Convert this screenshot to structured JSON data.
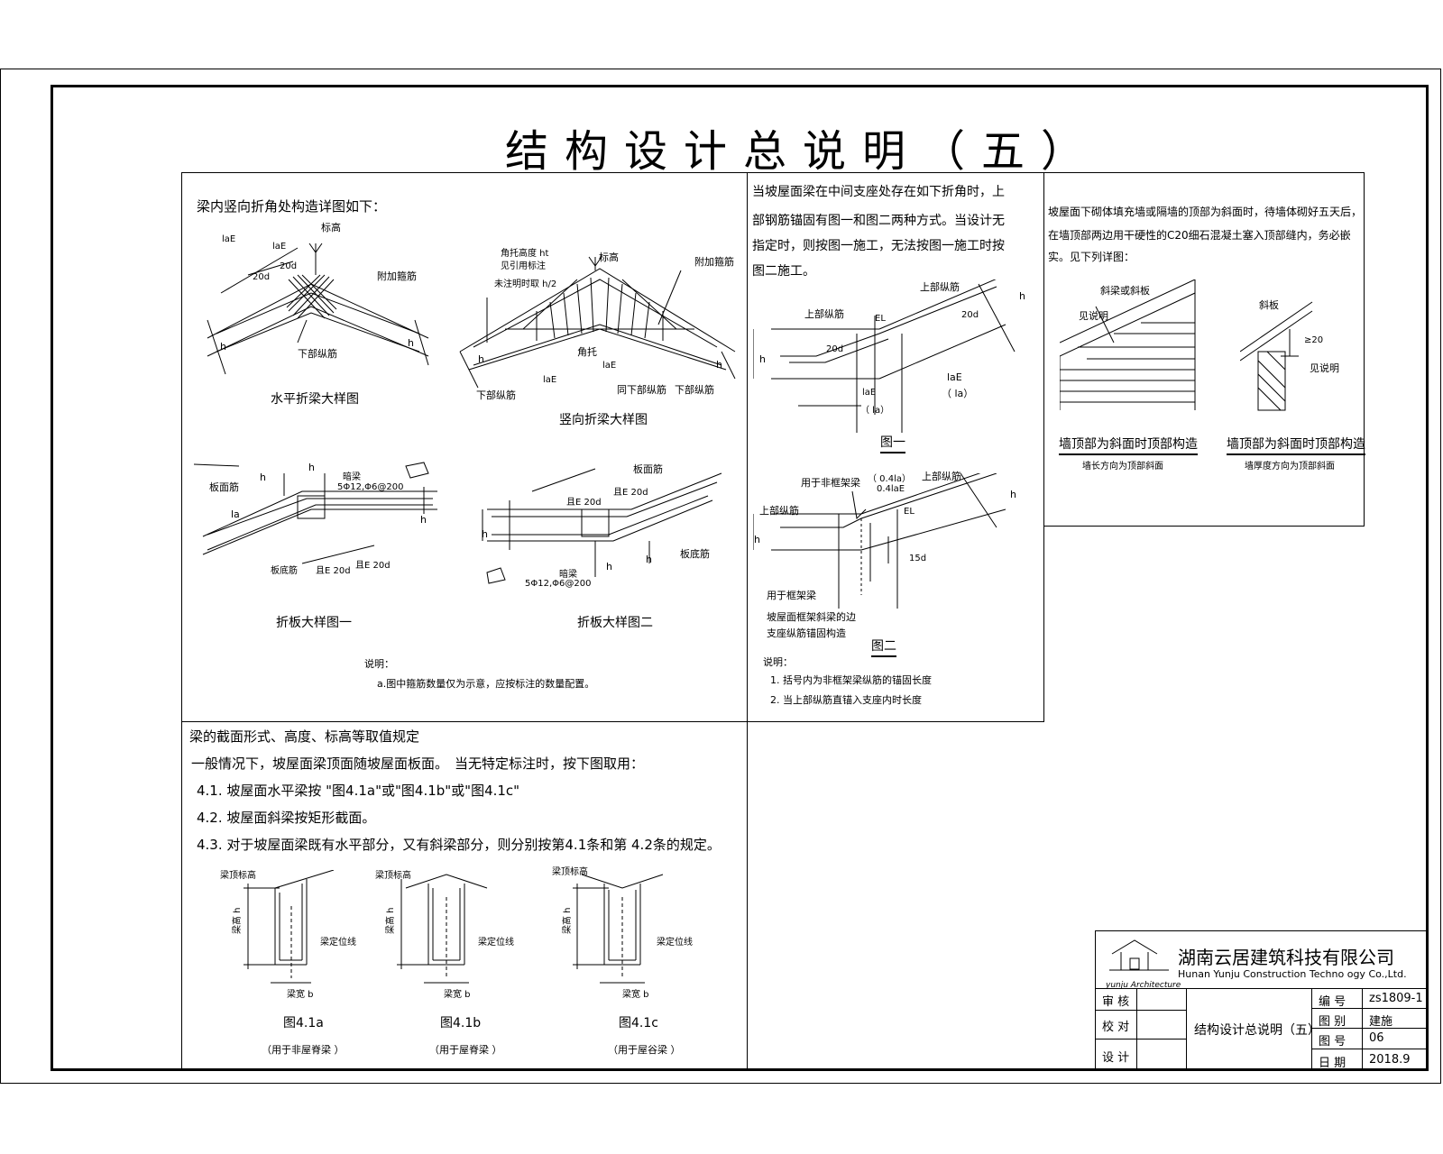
{
  "sheet": {
    "title": "结构设计总说明（五）"
  },
  "panel1": {
    "intro": "梁内竖向折角处构造详图如下：",
    "fig_h": {
      "caption": "水平折梁大样图",
      "labels": [
        "laE",
        "laE",
        "标高",
        "20d",
        "20d",
        "附加箍筋",
        "h",
        "下部纵筋",
        "h"
      ]
    },
    "fig_v": {
      "caption": "竖向折梁大样图",
      "labels": [
        "角托高度 ht",
        "见引用标注",
        "未注明时取 h/2",
        "标高",
        "附加箍筋",
        "h",
        "角托",
        "laE",
        "laE",
        "同下部纵筋",
        "下部纵筋",
        "下部纵筋",
        "h"
      ]
    },
    "fig_s1": {
      "caption": "折板大样图一",
      "labels": [
        "板面筋",
        "h",
        "h",
        "暗梁",
        "5Φ12,Φ6@200",
        "la",
        "h",
        "板底筋",
        "且E 20d",
        "且E 20d"
      ]
    },
    "fig_s2": {
      "caption": "折板大样图二",
      "labels": [
        "板面筋",
        "且E 20d",
        "且E 20d",
        "h",
        "暗梁",
        "5Φ12,Φ6@200",
        "h",
        "h",
        "板底筋"
      ]
    },
    "note_title": "说明：",
    "note": "a.图中箍筋数量仅为示意，应按标注的数量配置。"
  },
  "panel2": {
    "intro_lines": [
      "当坡屋面梁在中间支座处存在如下折角时，上",
      "部钢筋锚固有图一和图二两种方式。当设计无",
      "指定时，则按图一施工，无法按图一施工时按",
      "图二施工。"
    ],
    "fig1": {
      "caption": "图一",
      "labels": [
        "上部纵筋",
        "上部纵筋",
        "EL",
        "20d",
        "20d",
        "h",
        "h",
        "laE",
        "（ la）",
        "laE",
        "（ la）"
      ]
    },
    "fig2": {
      "caption": "图二",
      "labels": [
        "用于非框架梁",
        "（ 0.4la）",
        "0.4laE",
        "上部纵筋",
        "上部纵筋",
        "h",
        "h",
        "EL",
        "15d",
        "用于框架梁",
        "坡屋面框架斜梁的边",
        "支座纵筋锚固构造"
      ]
    },
    "note_title": "说明：",
    "notes": [
      "1. 括号内为非框架梁纵筋的锚固长度",
      "2. 当上部纵筋直锚入支座内时长度"
    ]
  },
  "panel3": {
    "intro_lines": [
      "坡屋面下砌体填充墙或隔墙的顶部为斜面时，待墙体砌好五天后，",
      "在墙顶部两边用干硬性的C20细石混凝土塞入顶部缝内，务必嵌",
      "实。见下列详图："
    ],
    "fig_a": {
      "caption": "墙顶部为斜面时顶部构造",
      "sub": "墙长方向为顶部斜面",
      "labels": [
        "斜梁或斜板",
        "见说明"
      ]
    },
    "fig_b": {
      "caption": "墙顶部为斜面时顶部构造",
      "sub": "墙厚度方向为顶部斜面",
      "labels": [
        "斜板",
        "≥20",
        "见说明"
      ]
    }
  },
  "panel4": {
    "heading": "梁的截面形式、高度、标高等取值规定",
    "line1a": "一般情况下，坡屋面梁顶面随坡屋面板面。",
    "line1b": "当无特定标注时，按下图取用：",
    "items": [
      "4.1.  坡屋面水平梁按  \"图4.1a\"或\"图4.1b\"或\"图4.1c\"",
      "4.2.  坡屋面斜梁按矩形截面。",
      "4.3.  对于坡屋面梁既有水平部分，又有斜梁部分，则分别按第4.1条和第 4.2条的规定。"
    ],
    "figs": [
      {
        "caption": "图4.1a",
        "sub": "（用于非屋脊梁 ）",
        "top": "梁顶标高",
        "height": "梁高 h",
        "pos": "梁定位线",
        "width": "梁宽 b"
      },
      {
        "caption": "图4.1b",
        "sub": "（用于屋脊梁 ）",
        "top": "梁顶标高",
        "height": "梁高 h",
        "pos": "梁定位线",
        "width": "梁宽 b"
      },
      {
        "caption": "图4.1c",
        "sub": "（用于屋谷梁 ）",
        "top": "梁顶标高",
        "height": "梁高 h",
        "pos": "梁定位线",
        "width": "梁宽 b"
      }
    ]
  },
  "title_block": {
    "company_cn": "湖南云居建筑科技有限公司",
    "company_en": "Hunan Yunju Construction Techno ogy Co.,Ltd.",
    "logo_text": "yunju Architecture",
    "rows_left": [
      "审 核",
      "校 对",
      "设 计"
    ],
    "drawing_name": "结构设计总说明（五）",
    "fields": [
      {
        "label": "编 号",
        "value": "zs1809-1"
      },
      {
        "label": "图 别",
        "value": "建施"
      },
      {
        "label": "图 号",
        "value": "06"
      },
      {
        "label": "日 期",
        "value": "2018.9"
      }
    ]
  }
}
